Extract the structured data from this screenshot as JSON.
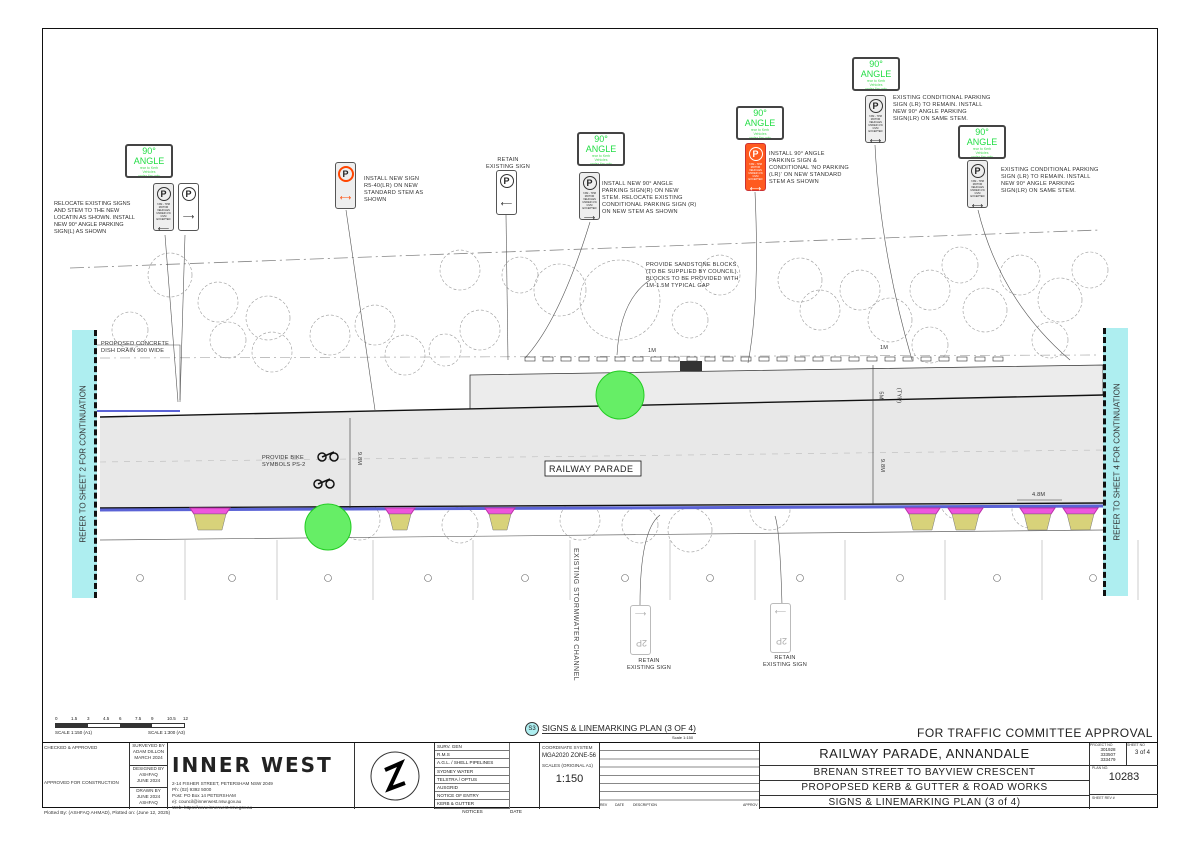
{
  "drawing": {
    "street_label": "RAILWAY PARADE",
    "continuation_left": "REFER TO SHEET 2 FOR CONTINUATION",
    "continuation_right": "REFER TO SHEET 4 FOR CONTINUATION",
    "stormwater_label": "EXISTING STORMWATER CHANNEL",
    "dimensions": {
      "d1": "1m",
      "d2": "1m",
      "d3": "5m",
      "d4": "(TYP)",
      "d5": "9.8m",
      "d6": "9.8m",
      "d7": "4.8m"
    },
    "notes": {
      "dish_drain": "PROPOSED CONCRETE\nDISH DRAIN 900 WIDE",
      "bike": "PROVIDE BIKE\nSYMBOLS PS-2",
      "sandstone": "PROVIDE SANDSTONE BLOCKS\n(TO BE SUPPLIED BY COUNCIL).\nBLOCKS TO BE PROVIDED WITH\n1m-1.5m TYPICAL GAP",
      "relocate": "RELOCATE EXISTING SIGNS\nAND STEM TO THE NEW\nLOCATIN AS SHOWN. INSTALL\nNEW 90° ANGLE PARKING\nSIGN(L) AS SHOWN",
      "install_r5": "INSTALL NEW SIGN\nR5-40(LR) ON NEW\nSTANDARD STEM AS\nSHOWN",
      "retain_top": "RETAIN\nEXISTING SIGN",
      "install_r": "INSTALL NEW 90° ANGLE\nPARKING SIGN(R) ON NEW\nSTEM. RELOCATE EXISTING\nCONDITIONAL PARKING SIGN (R)\nON NEW STEM AS SHOWN",
      "install_no_parking": "INSTALL 90° ANGLE\nPARKING SIGN &\nCONDITIONAL 'NO PARKING\n(LR)' ON NEW STANDARD\nSTEM AS SHOWN",
      "existing_cond_1": "EXISTING CONDITIONAL PARKING\nSIGN (LR) TO REMAIN. INSTALL\nNEW 90° ANGLE PARKING\nSIGN(LR) ON SAME STEM.",
      "existing_cond_2": "EXISTING CONDITIONAL PARKING\nSIGN (LR) TO REMAIN. INSTALL\nNEW 90° ANGLE PARKING\nSIGN(LR) ON SAME STEM.",
      "retain_bottom_1": "RETAIN\nEXISTING SIGN",
      "retain_bottom_2": "RETAIN\nEXISTING SIGN"
    },
    "angle_sign": {
      "title": "90° ANGLE",
      "sub1": "rear to Kerb",
      "sub2": "Vehicles",
      "sub3": "under 6m only"
    },
    "cond_sign": {
      "text": "7AM - 7PM MOTOR VEHICLES UNDER 4.5t GVM EXCEPTED"
    },
    "bottom_sign": {
      "text": "2P"
    },
    "colors": {
      "green": "#22dd44",
      "orange": "#ff5a1f",
      "cyan": "#aeeef0",
      "kerb": "#5b63d6",
      "pink": "#ee55dd",
      "tree_green": "#66ee66"
    }
  },
  "heading": {
    "badge": "S3",
    "title": "SIGNS & LINEMARKING PLAN (3 OF 4)",
    "scale": "Scale 1:150",
    "approval": "FOR TRAFFIC COMMITTEE APPROVAL"
  },
  "scale_bar": {
    "ticks": [
      "0",
      "1.5",
      "3",
      "4.5",
      "6",
      "7.5",
      "9",
      "10.5",
      "12"
    ],
    "label_a1": "SCALE 1:150 (A1)",
    "label_a3": "SCALE 1:300 (A3)"
  },
  "title_block": {
    "checked": "CHECKED & APPROVED",
    "approved_construction": "APPROVED FOR CONSTRUCTION",
    "surveyed": "SURVEYED BY\nADAM DILLON\nMARCH 2024",
    "designed": "DESIGNED BY\nASHFAQ\nJUNE 2024",
    "drawn": "DRAWN BY\nJUNE 2024\nASHFAQ",
    "logo": "INNER WEST",
    "address": "2-14 FISHER STREET, PETERSHAM NSW 2049",
    "ph_label": "Ph:",
    "ph": "(02) 9392 5000",
    "post_label": "Post:",
    "post": "PO Box 14 PETERSHAM",
    "email_label": "e):",
    "email": "council@innerwest.nsw.gov.au",
    "web_label": "Web:",
    "web": "https://www.innerwest.nsw.gov.au",
    "notices": [
      "SURV. GEN",
      "R.M.S",
      "A.G.L. / SHELL PIPELINES",
      "SYDNEY WATER",
      "TELSTRA / OPTUS",
      "AUSGRID",
      "NOTICE OF ENTRY",
      "KERB & GUTTER"
    ],
    "notices_header": "NOTICES",
    "date_header": "DATE",
    "coord_label": "COORDINATE SYSTEM",
    "coord_value": "MGA2020 ZONE-56",
    "scales_label": "SCALES (ORIGINAL A1)",
    "scales_value": "1:150",
    "rev_headers": [
      "REV",
      "DATE",
      "DESCRIPTION",
      "APPROV"
    ],
    "project_title": "RAILWAY PARADE, ANNANDALE",
    "subtitle1": "BRENAN STREET TO BAYVIEW CRESCENT",
    "subtitle2": "PROPOPSED KERB & GUTTER & ROAD WORKS",
    "subtitle3": "SIGNS & LINEMARKING PLAN (3 of 4)",
    "project_no_label": "PROJECT NO",
    "project_nos": "301928\n333507\n333479",
    "sheet_no_label": "SHEET NO",
    "sheet_no": "3 of 4",
    "plan_no_label": "PLAN NO.",
    "plan_no": "10283",
    "sheet_rev_label": "SHEET REV #"
  },
  "footer": "Plotted By: (ASHFAQ AHMAD),   Plotted on: (June 12, 2025)"
}
